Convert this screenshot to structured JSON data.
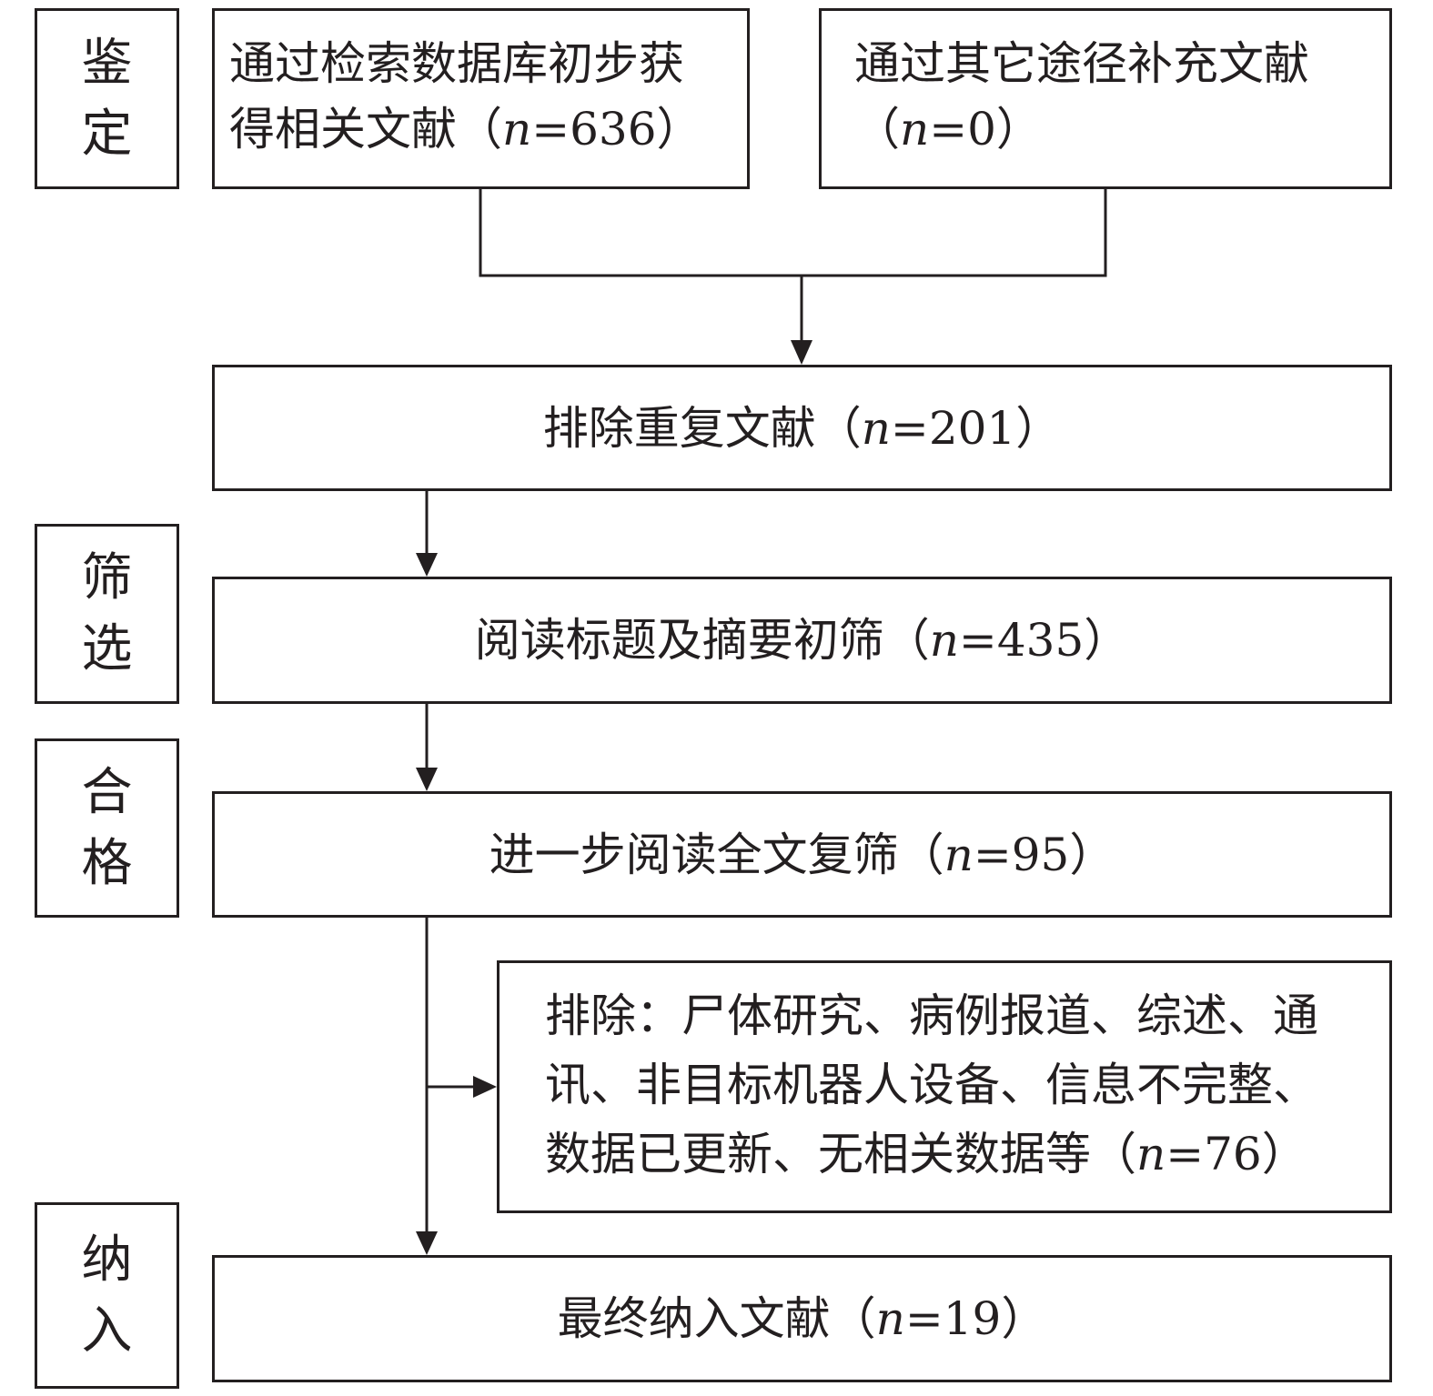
{
  "stages": {
    "identification": [
      "鉴",
      "定"
    ],
    "screening": [
      "筛",
      "选"
    ],
    "eligibility": [
      "合",
      "格"
    ],
    "included": [
      "纳",
      "入"
    ]
  },
  "boxes": {
    "database": {
      "line1": "通过检索数据库初步获",
      "line2_prefix": "得相关文献（",
      "n_label": "n",
      "count": "=636）"
    },
    "other": {
      "line1": "通过其它途径补充文献",
      "line2_prefix": "（",
      "n_label": "n",
      "count": "=0）"
    },
    "dedup": {
      "prefix": "排除重复文献（",
      "n_label": "n",
      "count": "=201）"
    },
    "title_abstract": {
      "prefix": "阅读标题及摘要初筛（",
      "n_label": "n",
      "count": "=435）"
    },
    "fulltext": {
      "prefix": "进一步阅读全文复筛（",
      "n_label": "n",
      "count": "=95）"
    },
    "excluded": {
      "line1": "排除：尸体研究、病例报道、综述、通",
      "line2": "讯、非目标机器人设备、信息不完整、",
      "line3_prefix": "数据已更新、无相关数据等（",
      "n_label": "n",
      "count": "=76）"
    },
    "final": {
      "prefix": "最终纳入文献（",
      "n_label": "n",
      "count": "=19）"
    }
  }
}
